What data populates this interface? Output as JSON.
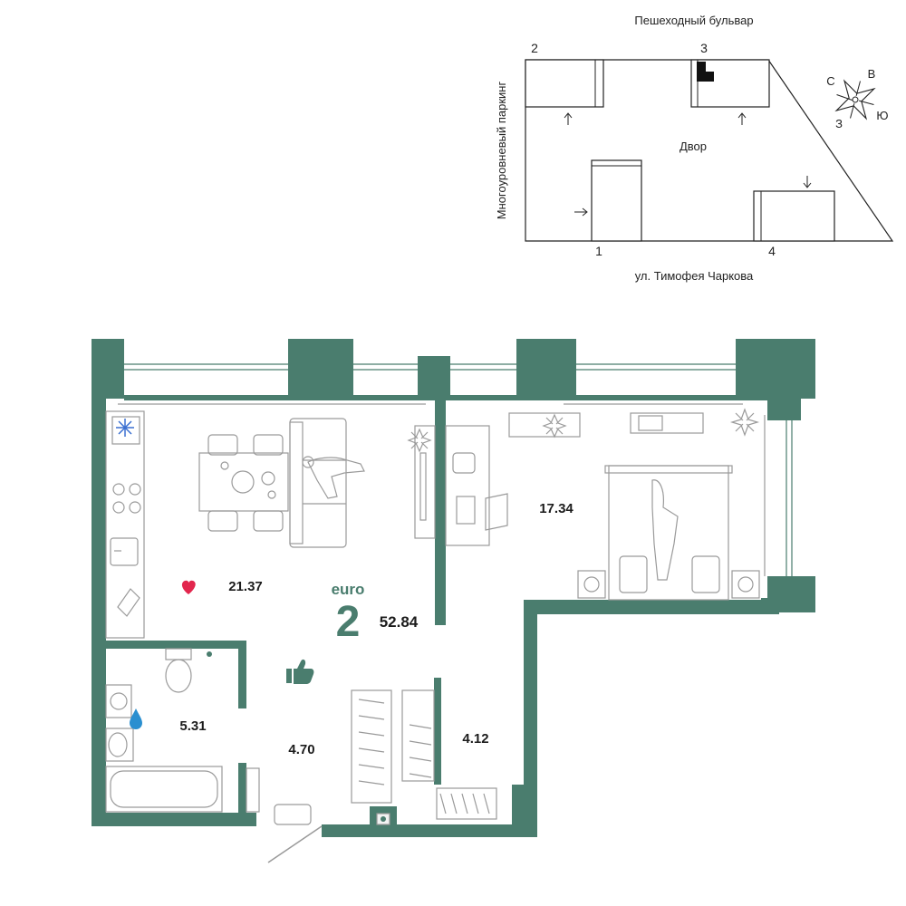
{
  "colors": {
    "wall": "#4a7d6e",
    "accent": "#4a7d6e",
    "heart": "#e2264d",
    "drop": "#2a8fd0",
    "snowflake": "#3a6fd0",
    "line": "#222222"
  },
  "site_plan": {
    "top_street": "Пешеходный бульвар",
    "bottom_street": "ул. Тимофея Чаркова",
    "left_label": "Многоуровневый паркинг",
    "courtyard": "Двор",
    "buildings": [
      "1",
      "2",
      "3",
      "4"
    ]
  },
  "compass": {
    "north": "С",
    "east": "В",
    "south": "Ю",
    "west": "З",
    "icon": "compass-rose-icon"
  },
  "apartment": {
    "type_word": "euro",
    "rooms": "2",
    "total_area": "52.84"
  },
  "rooms": {
    "living_kitchen": "21.37",
    "bedroom": "17.34",
    "bathroom": "5.31",
    "hall": "4.70",
    "storage": "4.12"
  },
  "icons": [
    "snowflake-icon",
    "heart-icon",
    "thumbs-up-icon",
    "water-drop-icon",
    "plant-icon",
    "window-icon"
  ]
}
